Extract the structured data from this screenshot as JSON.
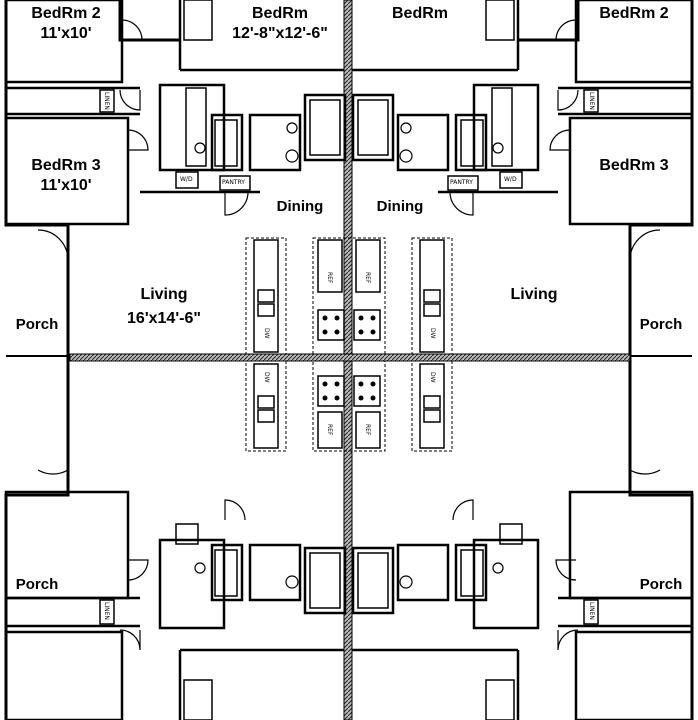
{
  "rooms": {
    "tl_bed2": {
      "name": "BedRm 2",
      "size": "11'x10'"
    },
    "tl_bed3": {
      "name": "BedRm 3",
      "size": "11'x10'"
    },
    "tl_master": {
      "name": "BedRm",
      "size": "12'-8\"x12'-6\""
    },
    "tr_master": {
      "name": "BedRm"
    },
    "tr_bed2": {
      "name": "BedRm 2"
    },
    "tr_bed3": {
      "name": "BedRm 3"
    },
    "dining_left": "Dining",
    "dining_right": "Dining",
    "living_left": {
      "name": "Living",
      "size": "16'x14'-6\""
    },
    "living_right": "Living",
    "porch_left": "Porch",
    "porch_right": "Porch",
    "porch_bottom_left": "Porch",
    "porch_bottom_right": "Porch"
  },
  "fixtures": {
    "linen": "LINEN",
    "pantry": "PANTRY",
    "refrigerator": "REF",
    "dishwasher": "DW",
    "washer_dryer": "W/D"
  },
  "colors": {
    "wall": "#000000",
    "party_wall_fill": "#8a8a8a"
  }
}
